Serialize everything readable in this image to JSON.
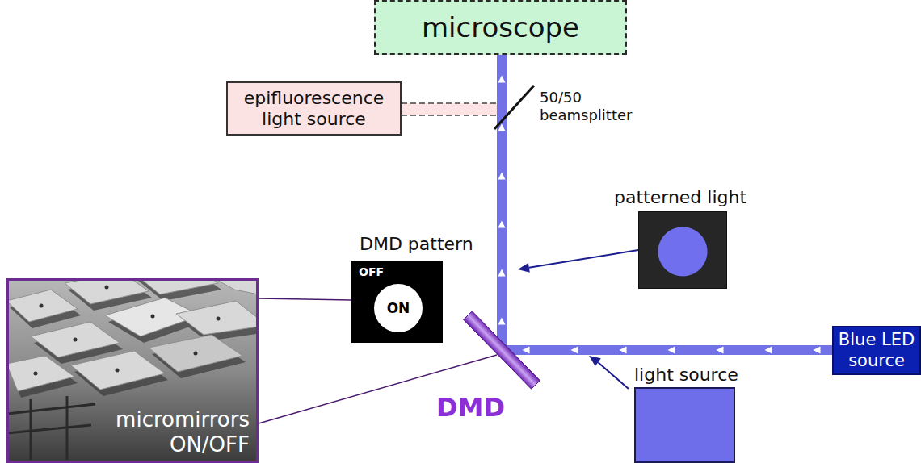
{
  "diagram": {
    "nodes": [
      {
        "text": [
          "microscope"
        ]
      },
      {
        "text": [
          "epifluorescence light source"
        ]
      },
      {
        "text": [
          "patterned light"
        ]
      },
      {
        "text": [
          "DMD pattern",
          "OFF"
        ]
      },
      {
        "text": [
          "ON"
        ],
        "in": 3
      },
      {
        "text": [
          "micromirrors ON/OFF"
        ]
      },
      {
        "text": [
          "DMD"
        ]
      },
      {
        "text": [
          "Blue LED source"
        ]
      },
      {
        "text": [
          "light source"
        ]
      }
    ],
    "edges": [
      {
        "from": 7,
        "to": 6,
        "arrow": "to"
      },
      {
        "from": 6,
        "to": 0,
        "arrow": "to"
      },
      {
        "from": 5,
        "to": 3,
        "arrow": "none"
      },
      {
        "from": 5,
        "to": 6,
        "arrow": "none"
      }
    ],
    "labels": [
      "50/50 beamsplitter"
    ]
  }
}
